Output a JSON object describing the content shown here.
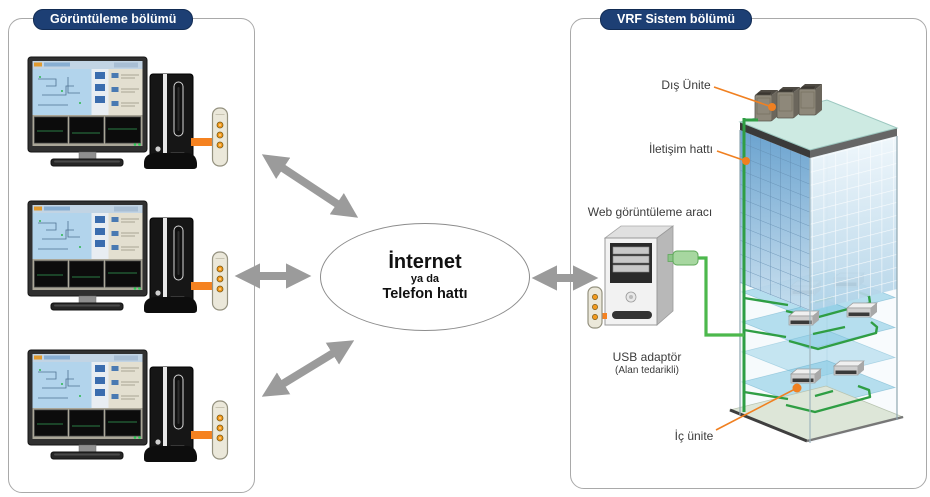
{
  "viewer_section": {
    "title": "Görüntüleme bölümü",
    "workstation_count": 3
  },
  "network_cloud": {
    "name": "İnternet",
    "conjunction": "ya da",
    "alt_name": "Telefon hattı"
  },
  "vrf_section": {
    "title": "VRF Sistem bölümü",
    "labels": {
      "outdoor_unit": "Dış Ünite",
      "communication_line": "İletişim hattı",
      "web_viewer": "Web görüntüleme aracı",
      "usb_adapter": "USB adaptör",
      "usb_adapter_note": "(Alan tedarikli)",
      "indoor_unit": "İç ünite"
    }
  },
  "colors": {
    "badge_navy": "#1d3f74",
    "arrow_gray": "#9b9b9b",
    "cable_orange": "#f58220",
    "leader_orange": "#f08021",
    "pipe_green": "#2f9e44",
    "usb_cable_green": "#4cb84c",
    "roof_teal": "#cdeae2",
    "glass_blue": "#6aa3d0"
  }
}
